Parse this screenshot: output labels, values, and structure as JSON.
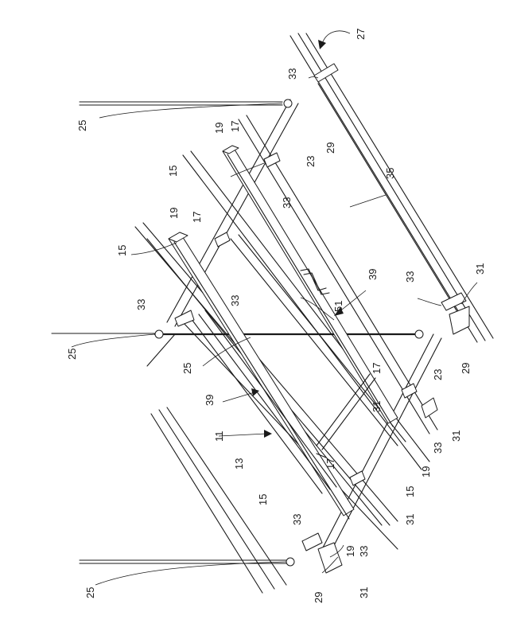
{
  "labels": {
    "l25a": "25",
    "l25b": "25",
    "l25c": "25",
    "l25d": "25",
    "l27": "27",
    "l33a": "33",
    "l33b": "33",
    "l33c": "33",
    "l33d": "33",
    "l33e": "33",
    "l33f": "33",
    "l33g": "33",
    "l33h": "33",
    "l29a": "29",
    "l29b": "29",
    "l29c": "29",
    "l23a": "23",
    "l23b": "23",
    "l19a": "19",
    "l19b": "19",
    "l19c": "19",
    "l19d": "19",
    "l17a": "17",
    "l17b": "17",
    "l17c": "17",
    "l17d": "17",
    "l15a": "15",
    "l15b": "15",
    "l15c": "15",
    "l15d": "15",
    "l35": "35",
    "l31a": "31",
    "l31b": "31",
    "l31c": "31",
    "l31d": "31",
    "l31e": "31",
    "l39a": "39",
    "l39b": "39",
    "l51": "51",
    "l11": "11",
    "l13": "13"
  }
}
